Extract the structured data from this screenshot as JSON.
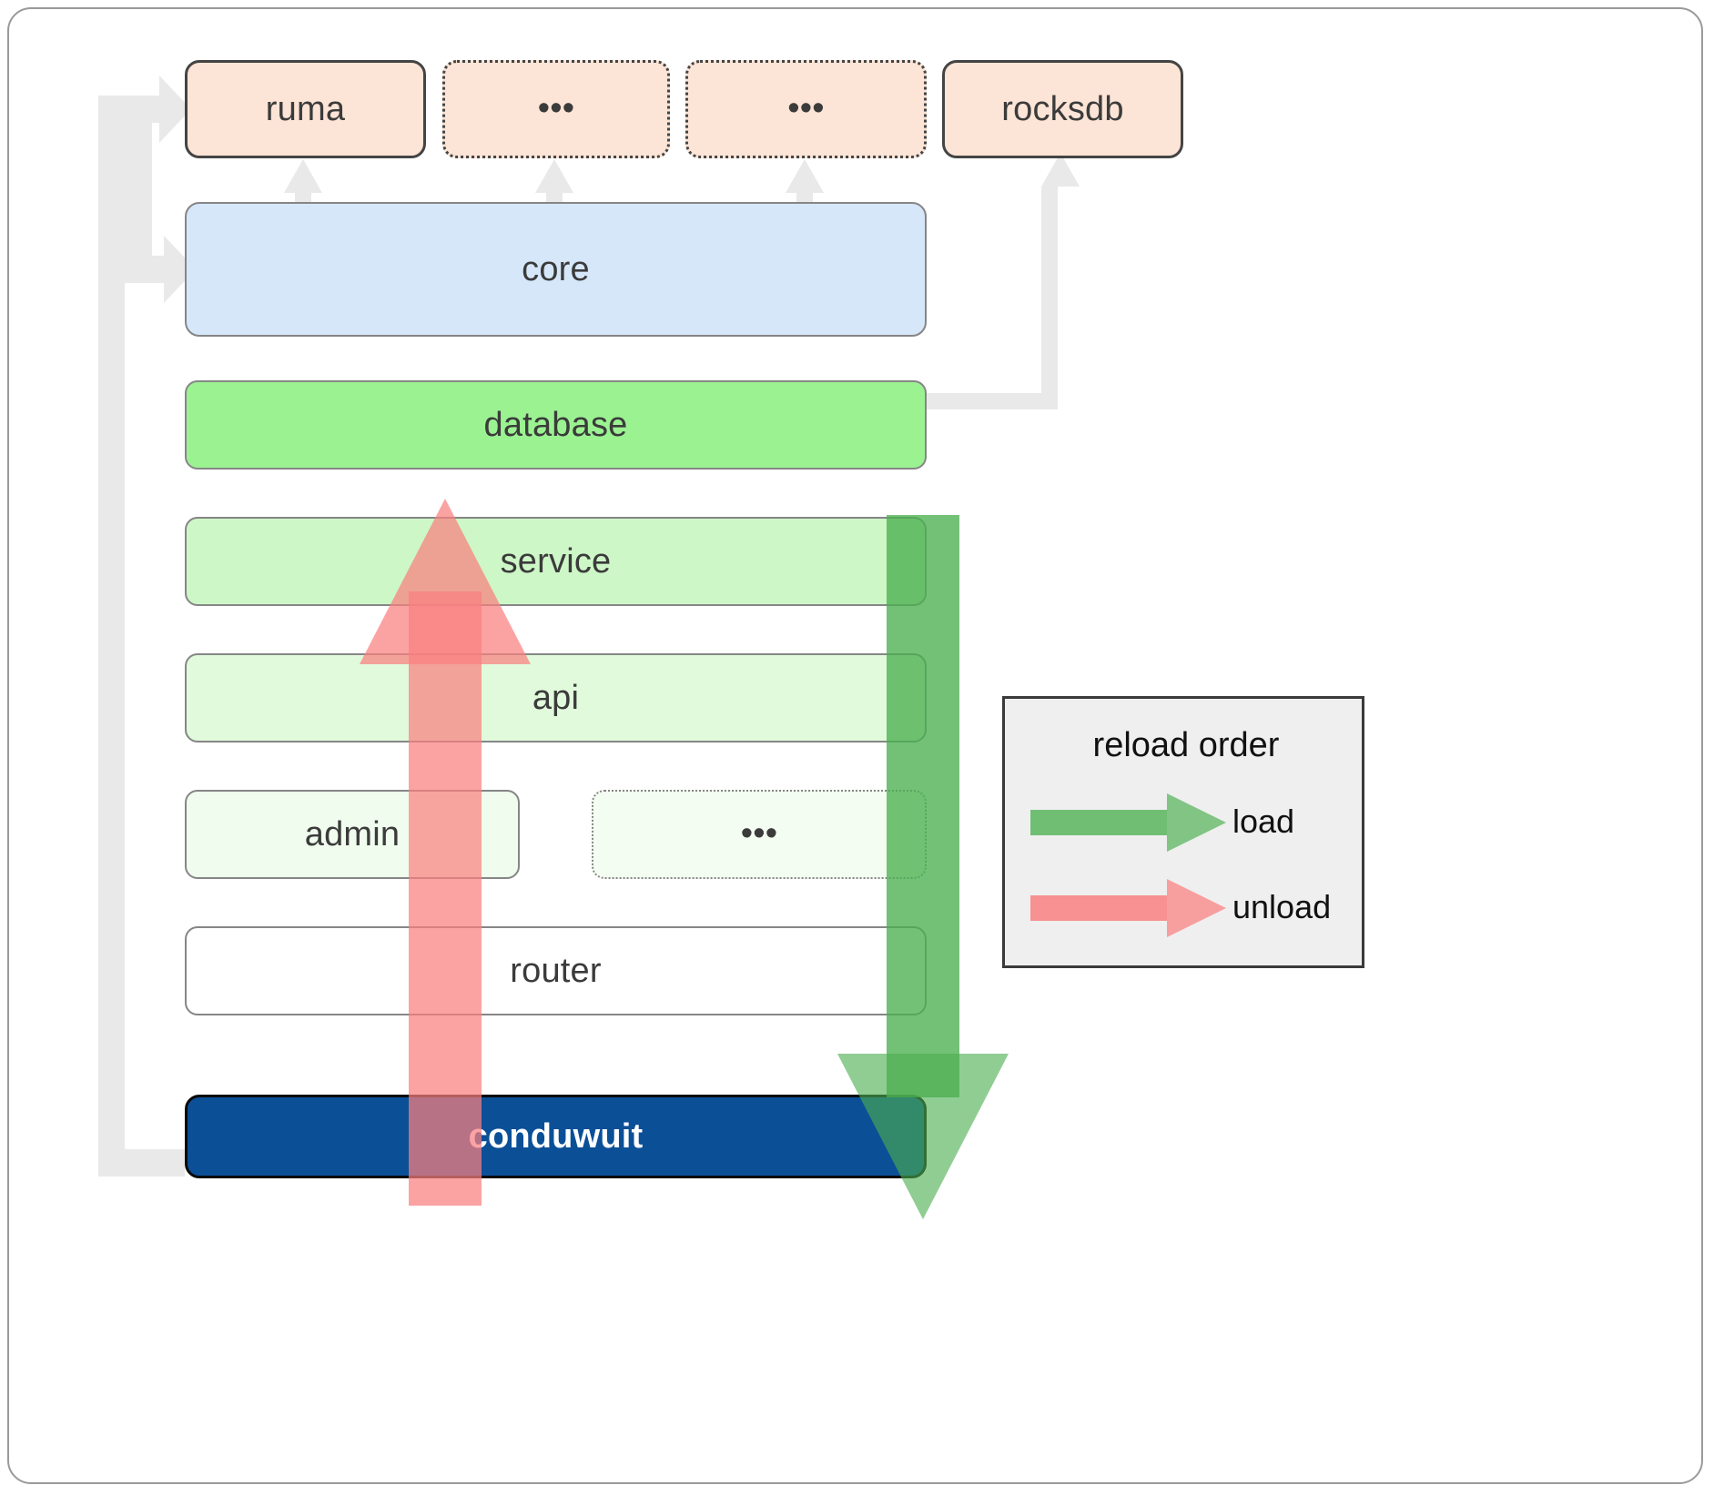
{
  "diagram": {
    "title": "conduwuit crate dependency / reload order diagram",
    "dependencies": [
      {
        "name": "ruma",
        "label": "ruma",
        "style": "solid"
      },
      {
        "name": "dep-ellipsis-1",
        "label": "•••",
        "style": "dotted"
      },
      {
        "name": "dep-ellipsis-2",
        "label": "•••",
        "style": "dotted"
      },
      {
        "name": "rocksdb",
        "label": "rocksdb",
        "style": "solid"
      }
    ],
    "core": {
      "label": "core"
    },
    "layers": [
      {
        "name": "database",
        "label": "database"
      },
      {
        "name": "service",
        "label": "service"
      },
      {
        "name": "api",
        "label": "api"
      },
      {
        "name": "admin",
        "label": "admin"
      },
      {
        "name": "layer-ellipsis",
        "label": "•••"
      },
      {
        "name": "router",
        "label": "router"
      }
    ],
    "binary": {
      "label": "conduwuit"
    },
    "legend": {
      "title": "reload order",
      "entries": [
        {
          "name": "load",
          "label": "load",
          "color": "#4caf50"
        },
        {
          "name": "unload",
          "label": "unload",
          "color": "#f98080"
        }
      ]
    },
    "colors": {
      "dependency_fill": "#fce4d6",
      "core_fill": "#d6e7fa",
      "database_fill": "#9bf291",
      "service_fill": "#cdf7c6",
      "api_fill": "#e0fadb",
      "admin_fill": "#f0fdee",
      "router_fill": "#ffffff",
      "binary_fill": "#0b4f97",
      "connector": "#e8e8e8",
      "load_arrow": "#4caf50",
      "unload_arrow": "#f98080",
      "legend_bg": "#efefef"
    }
  }
}
